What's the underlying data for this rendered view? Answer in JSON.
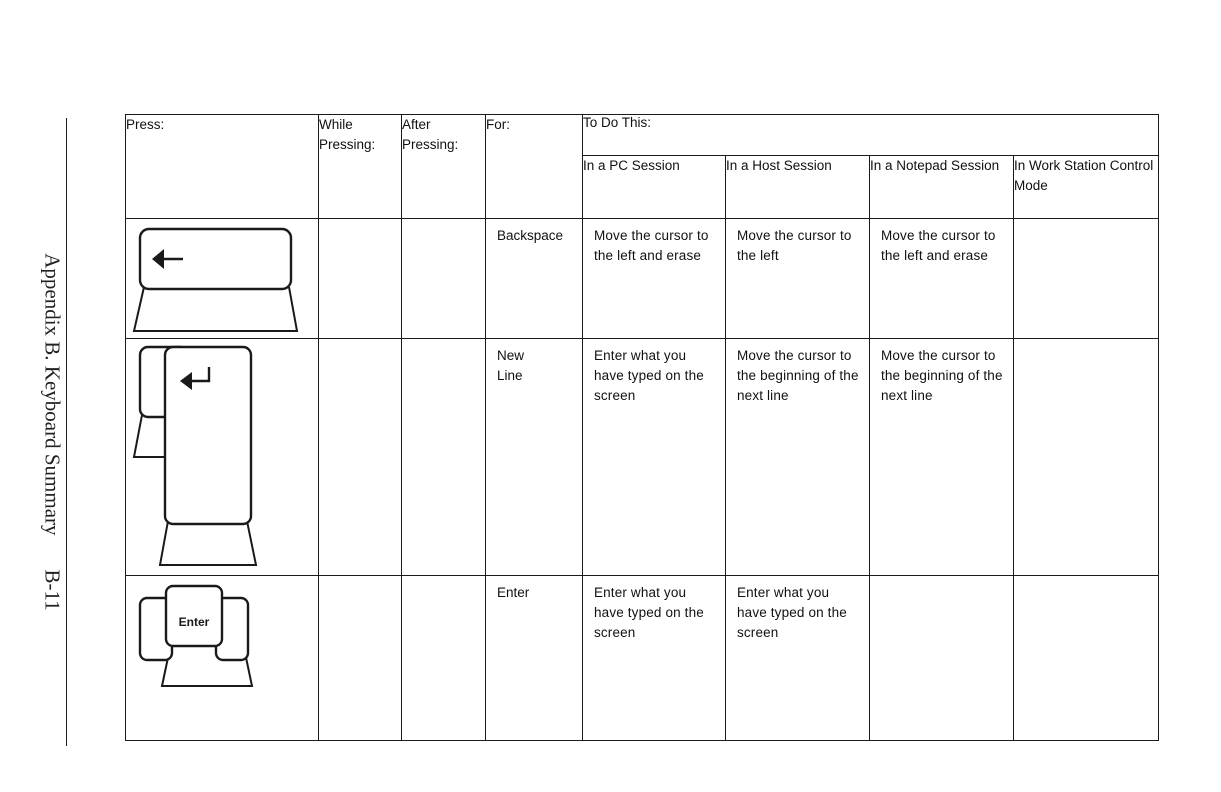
{
  "page": {
    "side_title": "Appendix B. Keyboard Summary",
    "page_number": "B-11"
  },
  "table": {
    "headers": {
      "press": "Press:",
      "while_pressing": "While Pressing:",
      "after_pressing": "After Pressing:",
      "for": "For:",
      "to_do_this": "To Do This:",
      "pc_session": "In a PC Session",
      "host_session": "In a Host Session",
      "notepad_session": "In a Notepad Session",
      "workstation_mode": "In Work Station Control Mode"
    },
    "rows": [
      {
        "key_icon": "backspace-key-icon",
        "while_pressing": "",
        "after_pressing": "",
        "for": "Backspace",
        "pc": "Move the cursor to the left and erase",
        "host": "Move the cursor to the left",
        "notepad": "Move the cursor to the left and erase",
        "workstation": ""
      },
      {
        "key_icon": "new-line-key-icon",
        "while_pressing": "",
        "after_pressing": "",
        "for": "New Line",
        "pc": "Enter what you have typed on the screen",
        "host": "Move the cursor to the beginning of the next line",
        "notepad": "Move the cursor to the beginning of the next line",
        "workstation": ""
      },
      {
        "key_icon": "enter-key-icon",
        "key_label": "Enter",
        "while_pressing": "",
        "after_pressing": "",
        "for": "Enter",
        "pc": "Enter what you have typed on the screen",
        "host": "Enter what you have typed on the screen",
        "notepad": "",
        "workstation": ""
      }
    ]
  }
}
